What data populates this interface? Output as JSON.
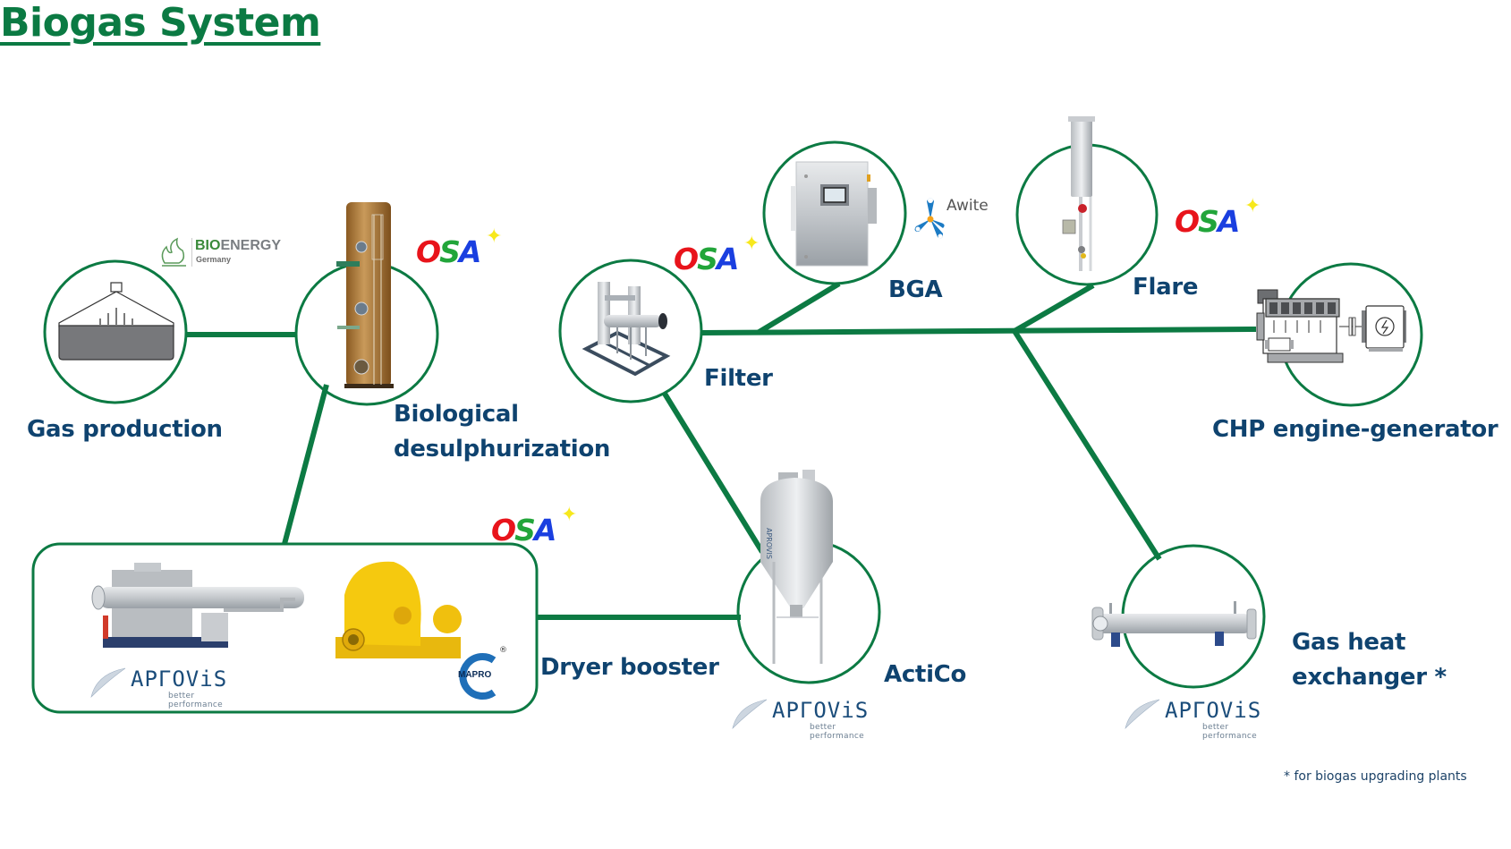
{
  "title": "Biogas System",
  "colors": {
    "title_green": "#0b7a43",
    "line_green": "#0c7a43",
    "label_navy": "#0f436f",
    "osa_red": "#e8141b",
    "osa_green": "#22a53a",
    "osa_blue": "#1a3fe0",
    "osa_star": "#f7e81c",
    "aprovis_navy": "#1a4c7a",
    "awite_blue": "#1c7bc4",
    "awite_orange": "#f5a21b"
  },
  "nodes": [
    {
      "id": "gas-production",
      "label": "Gas production",
      "icon": "biogas-digester-icon"
    },
    {
      "id": "biological-desulphurization",
      "label_lines": [
        "Biological",
        "desulphurization"
      ],
      "icon": "desulphurization-tower-icon"
    },
    {
      "id": "filter",
      "label": "Filter",
      "icon": "gas-filter-icon"
    },
    {
      "id": "bga",
      "label": "BGA",
      "icon": "gas-analyzer-cabinet-icon"
    },
    {
      "id": "flare",
      "label": "Flare",
      "icon": "flare-stack-icon"
    },
    {
      "id": "chp",
      "label": "CHP engine-generator",
      "icon": "engine-generator-icon"
    },
    {
      "id": "dryer-booster",
      "label": "Dryer booster",
      "icon": "dryer-booster-icon"
    },
    {
      "id": "actico",
      "label": "ActiCo",
      "icon": "activated-carbon-vessel-icon"
    },
    {
      "id": "gas-heat-exchanger",
      "label_lines": [
        "Gas heat",
        "exchanger *"
      ],
      "icon": "heat-exchanger-icon"
    }
  ],
  "connections": [
    [
      "gas-production",
      "biological-desulphurization"
    ],
    [
      "biological-desulphurization",
      "dryer-booster"
    ],
    [
      "dryer-booster",
      "actico"
    ],
    [
      "actico",
      "filter"
    ],
    [
      "filter",
      "bga"
    ],
    [
      "filter",
      "flare"
    ],
    [
      "filter",
      "chp"
    ],
    [
      "filter",
      "gas-heat-exchanger"
    ]
  ],
  "logos": {
    "bioenergy": {
      "name": "BIOENERGY",
      "bio": "BIO",
      "energy": "ENERGY",
      "sub": "Germany"
    },
    "osa": {
      "o": "O",
      "s": "S",
      "a": "A"
    },
    "aprovis": {
      "name": "APROVIS",
      "display": "APΓOViS",
      "tagline": "better performance"
    },
    "awite": {
      "name": "Awite"
    },
    "mapro": {
      "name": "MAPRO",
      "registered": "®"
    }
  },
  "footnote": "* for biogas upgrading plants"
}
